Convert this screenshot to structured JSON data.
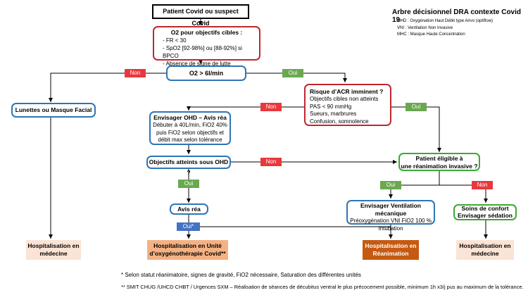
{
  "legend": {
    "title": "Arbre décisionnel DRA contexte Covid 19",
    "lines": [
      "OHD : Oxygénation Haut Débit type Airvo (optiflow)",
      "VNI : Ventilation Non Invasive",
      "MHC : Masque Haute Concentration"
    ]
  },
  "nodes": {
    "start": "Patient Covid ou suspect Covid",
    "o2_goals": {
      "title": "O2 pour objectifs cibles :",
      "items": [
        "FR < 30",
        "SpO2 [92-98%] ou [88-92%] si BPCO",
        "Absence de signe de lutte"
      ]
    },
    "o2_threshold": "O2 > 6l/min",
    "lunettes": "Lunettes ou Masque Facial",
    "acr": {
      "title": "Risque d’ACR imminent ?",
      "lines": [
        "Objectifs cibles non atteints",
        "PAS < 90 mmHg",
        "Sueurs, marbrures",
        "Confusion, somnolence"
      ]
    },
    "ohd": {
      "title": "Envisager OHD – Avis réa",
      "lines": [
        "Débuter à 40L/min, FiO2 40%",
        "puis FiO2 selon objectifs et",
        "débit max selon tolérance"
      ]
    },
    "objectifs_ohd": "Objectifs atteints sous OHD ?",
    "eligible": [
      "Patient éligible à",
      "une réanimation invasive ?"
    ],
    "avis_rea": "Avis réa",
    "ventilation": {
      "title": "Envisager Ventilation mécanique",
      "lines": [
        "Préoxygénation VNI FiO2 100 %",
        "Intubation"
      ]
    },
    "soins": [
      "Soins de confort",
      "Envisager sédation"
    ],
    "hosp_medecine_left": [
      "Hospitalisation en",
      "médecine"
    ],
    "hosp_ohd": [
      "Hospitalisation en Unité",
      "d’oxygénothérapie Covid**"
    ],
    "hosp_rea": [
      "Hospitalisation en",
      "Réanimation"
    ],
    "hosp_medecine_right": [
      "Hospitalisation en",
      "médecine"
    ]
  },
  "labels": {
    "non1": "Non",
    "oui1": "Oui",
    "non2": "Non",
    "oui2": "Oui",
    "non3": "Non",
    "oui3": "Oui",
    "oui4": "Oui",
    "non4": "Non",
    "oui_star": "Oui*"
  },
  "footnotes": [
    "* Selon statut réanimatoire, signes de gravité, FiO2 nécessaire, Saturation des différentes unités",
    "** SMIT CHUG  /UHCD CHBT / Urgences SXM – Réalisation de séances de décubitus ventral le plus précocement possible, minimum 1h x3/j pus au maximum de la tolérance."
  ],
  "colors": {
    "red_border": "#c0272d",
    "blue_border": "#2e75b6",
    "green_border": "#3aa935",
    "label_red": "#e8383d",
    "label_green": "#6aa84f",
    "label_blue": "#4472c4",
    "hosp_light": "#fbe4d5",
    "hosp_mid": "#f4b183",
    "hosp_dark": "#c55a11"
  }
}
